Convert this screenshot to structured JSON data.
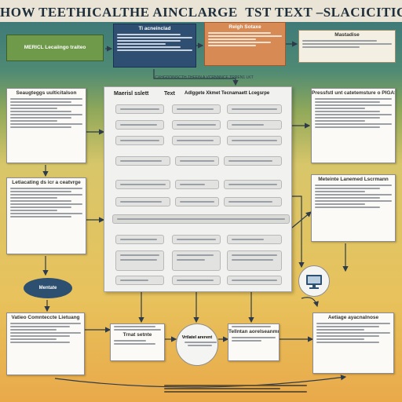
{
  "title": "HOW TEETHICALTHE AINCLARGE  TST TEXT –SLACICITIC",
  "top_steps": [
    {
      "label": "MERICL Lecaiingo traiteo"
    },
    {
      "label": "Ti acneinclad"
    },
    {
      "label": "Relgh Sotaxe"
    },
    {
      "label": "Mastadise"
    }
  ],
  "mid_caption": "CXHGDDINSCTH THFEIN A VCRNNNCE TRREN1 LKT",
  "left_boxes": [
    {
      "label": "Seaugteggs uulticitalson"
    },
    {
      "label": "Letiacating ds icr a ceatvrge"
    },
    {
      "label": "Vatieo Comnteccte Lietuang"
    }
  ],
  "left_oval": "Mentate",
  "panel_headers": [
    "Maerisl sslett",
    "Text",
    "Adlggete Xkmet Tecnamaett Lcegsrpe"
  ],
  "right_boxes": [
    {
      "label": "Pressfstl unt catetemsture o PIGAS"
    },
    {
      "label": "Meteinte Lanemed Lscrmann"
    },
    {
      "label": "Aetiage ayacnalnose"
    }
  ],
  "bottom_steps": [
    {
      "label": "Trnat setnte"
    },
    {
      "label": "Vrtlatel arerent"
    },
    {
      "label": "Tellntan aorelseanmne"
    }
  ],
  "colors": {
    "green": "#6f9a4a",
    "navy": "#2e4f72",
    "orange": "#d88a55"
  }
}
